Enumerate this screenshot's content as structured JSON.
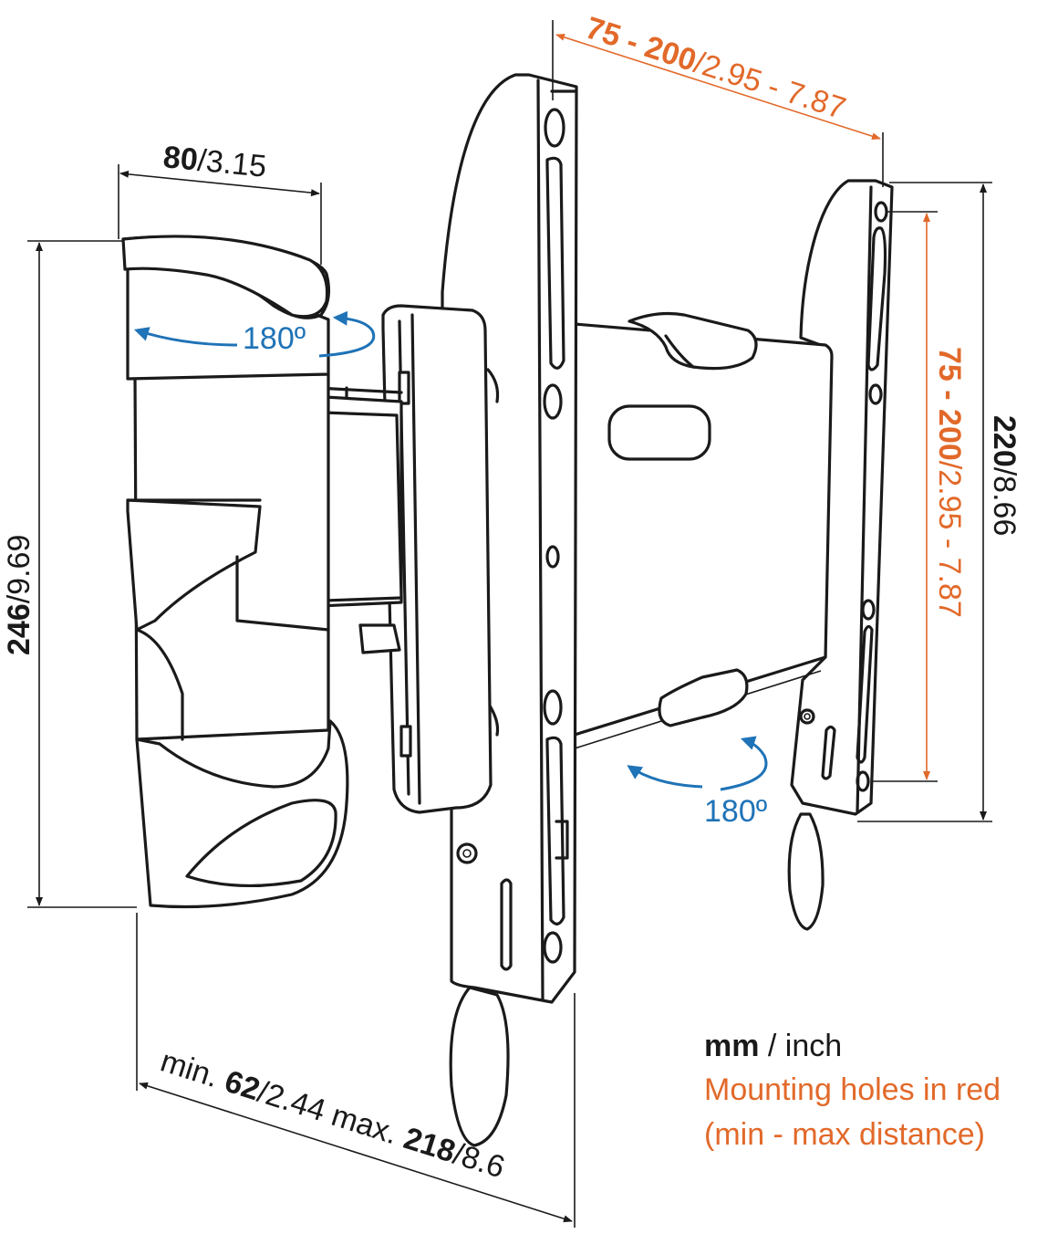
{
  "colors": {
    "ink": "#1a1a1a",
    "accent": "#e2692a",
    "rotation": "#1f73b7"
  },
  "dims": {
    "top_width": {
      "bold": "75 - 200",
      "rest": "/2.95 - 7.87"
    },
    "arm_width": {
      "bold": "80",
      "rest": "/3.15"
    },
    "height_left": {
      "bold": "246",
      "rest": "/9.69"
    },
    "right_vert": {
      "bold": "75 - 200",
      "rest": "/2.95 - 7.87"
    },
    "height_right": {
      "bold": "220",
      "rest": "/8.66"
    },
    "depth": {
      "pre": "min. ",
      "min_bold": "62",
      "min_rest": "/2.44 max. ",
      "max_bold": "218",
      "max_rest": "/8.6"
    }
  },
  "rotation_top": "180º",
  "rotation_bottom": "180º",
  "legend": {
    "units_bold": "mm",
    "units_rest": " / inch",
    "note_line1": "Mounting holes in red",
    "note_line2": "(min - max distance)"
  }
}
